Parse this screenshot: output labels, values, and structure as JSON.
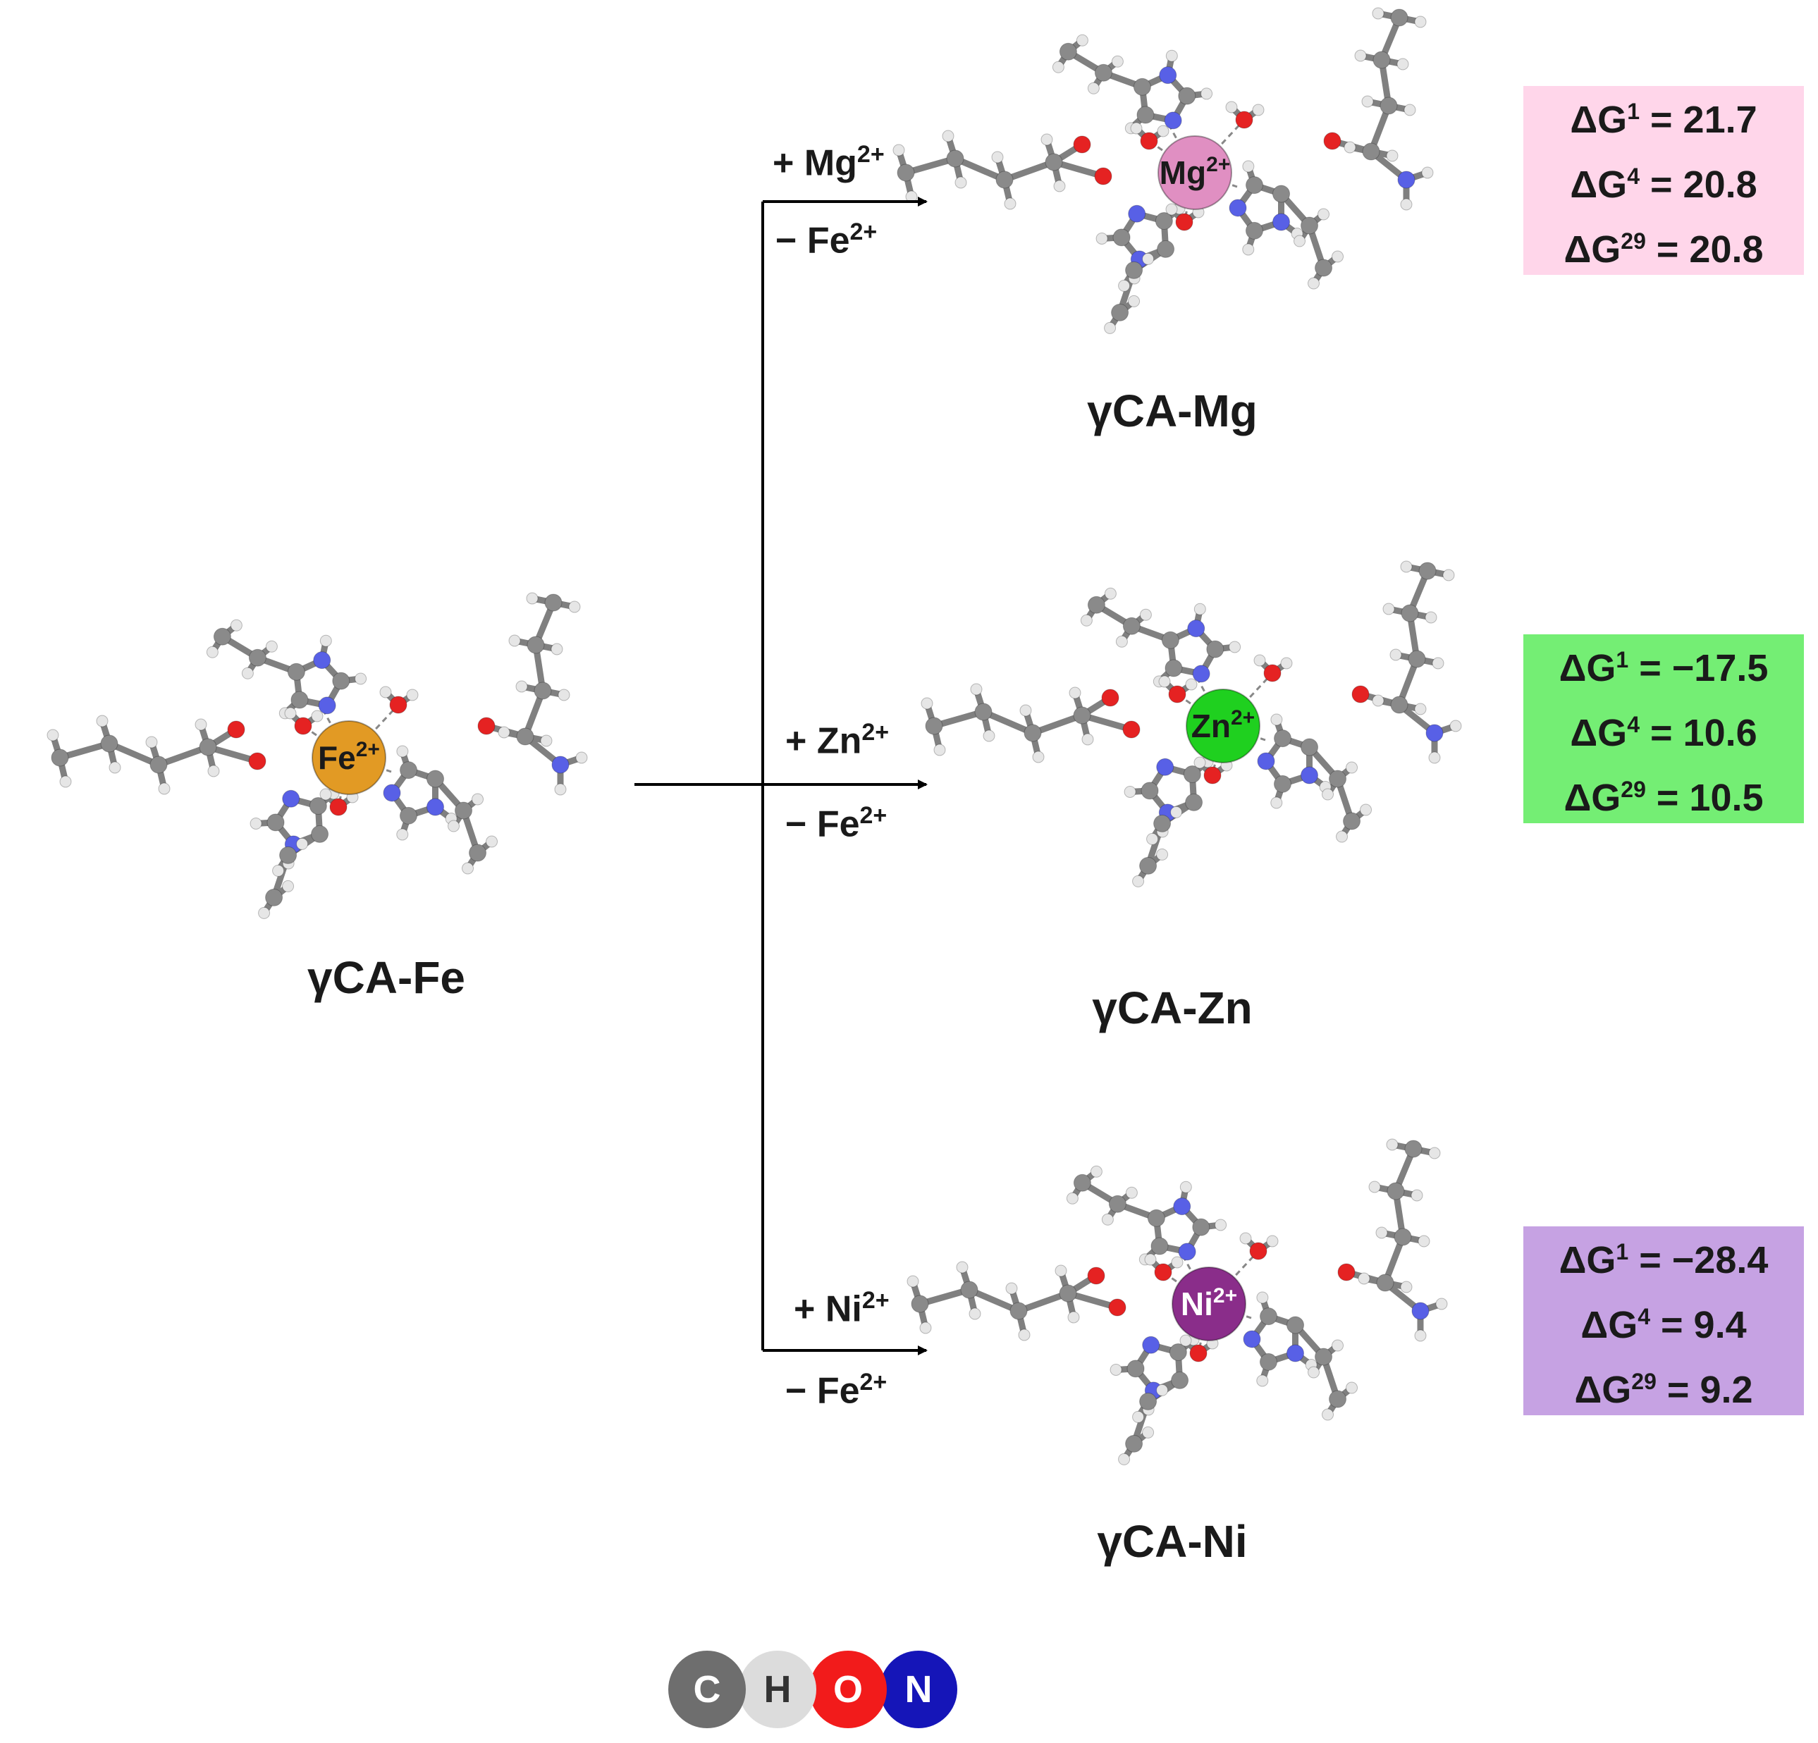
{
  "initial": {
    "label": "γCA-Fe",
    "ion": "Fe",
    "ion_charge": "2+",
    "ion_color": "#e29a24"
  },
  "reactions": [
    {
      "id": "mg",
      "add_text": "+ Mg",
      "add_charge": "2+",
      "remove_text": "− Fe",
      "remove_charge": "2+",
      "product_label": "γCA-Mg",
      "ion": "Mg",
      "ion_charge": "2+",
      "ion_color": "#e08fc2",
      "box_color": "#ffd6ea",
      "energies": [
        {
          "symbol": "ΔG",
          "sup": "1",
          "value": "21.7"
        },
        {
          "symbol": "ΔG",
          "sup": "4",
          "value": "20.8"
        },
        {
          "symbol": "ΔG",
          "sup": "29",
          "value": "20.8"
        }
      ]
    },
    {
      "id": "zn",
      "add_text": "+ Zn",
      "add_charge": "2+",
      "remove_text": "− Fe",
      "remove_charge": "2+",
      "product_label": "γCA-Zn",
      "ion": "Zn",
      "ion_charge": "2+",
      "ion_color": "#1fd01f",
      "box_color": "#74ee74",
      "energies": [
        {
          "symbol": "ΔG",
          "sup": "1",
          "value": "−17.5"
        },
        {
          "symbol": "ΔG",
          "sup": "4",
          "value": "10.6"
        },
        {
          "symbol": "ΔG",
          "sup": "29",
          "value": "10.5"
        }
      ]
    },
    {
      "id": "ni",
      "add_text": "+ Ni",
      "add_charge": "2+",
      "remove_text": "− Fe",
      "remove_charge": "2+",
      "product_label": "γCA-Ni",
      "ion": "Ni",
      "ion_charge": "2+",
      "ion_color": "#8a2d8a",
      "box_color": "#c6a2e3",
      "energies": [
        {
          "symbol": "ΔG",
          "sup": "1",
          "value": "−28.4"
        },
        {
          "symbol": "ΔG",
          "sup": "4",
          "value": "9.4"
        },
        {
          "symbol": "ΔG",
          "sup": "29",
          "value": "9.2"
        }
      ]
    }
  ],
  "atom_legend": [
    {
      "symbol": "C",
      "color": "#6e6e6e"
    },
    {
      "symbol": "H",
      "color": "#dcdcdc",
      "text_color": "#333333"
    },
    {
      "symbol": "O",
      "color": "#f21b1b"
    },
    {
      "symbol": "N",
      "color": "#1515b8"
    }
  ],
  "atom_colors": {
    "C": "#8a8a8a",
    "H": "#e6e6e6",
    "O": "#e52222",
    "N": "#5860e6",
    "bond": "#808080"
  }
}
